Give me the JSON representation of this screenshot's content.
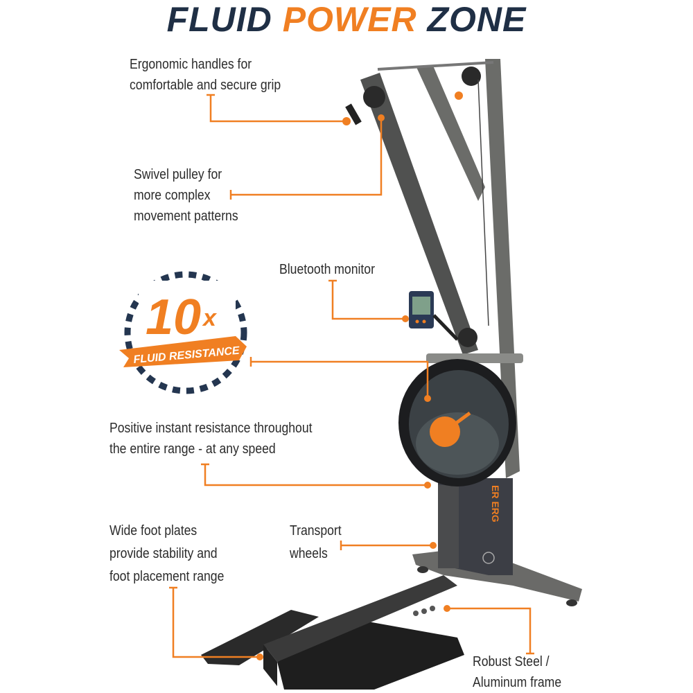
{
  "title": {
    "word1": "FLUID",
    "word2": "POWER",
    "word3": "ZONE"
  },
  "colors": {
    "accent": "#f07f22",
    "navy": "#1f2f45",
    "frame": "#5a5b58",
    "text": "#2b2b2b"
  },
  "badge": {
    "big": "10",
    "x": "x",
    "ribbon": "FLUID RESISTANCE"
  },
  "machine_brand_text": "ER ERG",
  "callouts": [
    {
      "lines": [
        "Ergonomic handles for",
        "comfortable and secure grip"
      ]
    },
    {
      "lines": [
        "Swivel pulley for",
        "more complex",
        "movement patterns"
      ]
    },
    {
      "lines": [
        "Bluetooth monitor"
      ]
    },
    {
      "lines": [
        "Positive instant resistance throughout",
        "the entire range - at any speed"
      ]
    },
    {
      "lines": [
        "Wide foot plates",
        "provide stability and",
        "foot placement range"
      ]
    },
    {
      "lines": [
        "Transport",
        "wheels"
      ]
    },
    {
      "lines": [
        "Robust Steel /",
        "Aluminum frame"
      ]
    }
  ]
}
